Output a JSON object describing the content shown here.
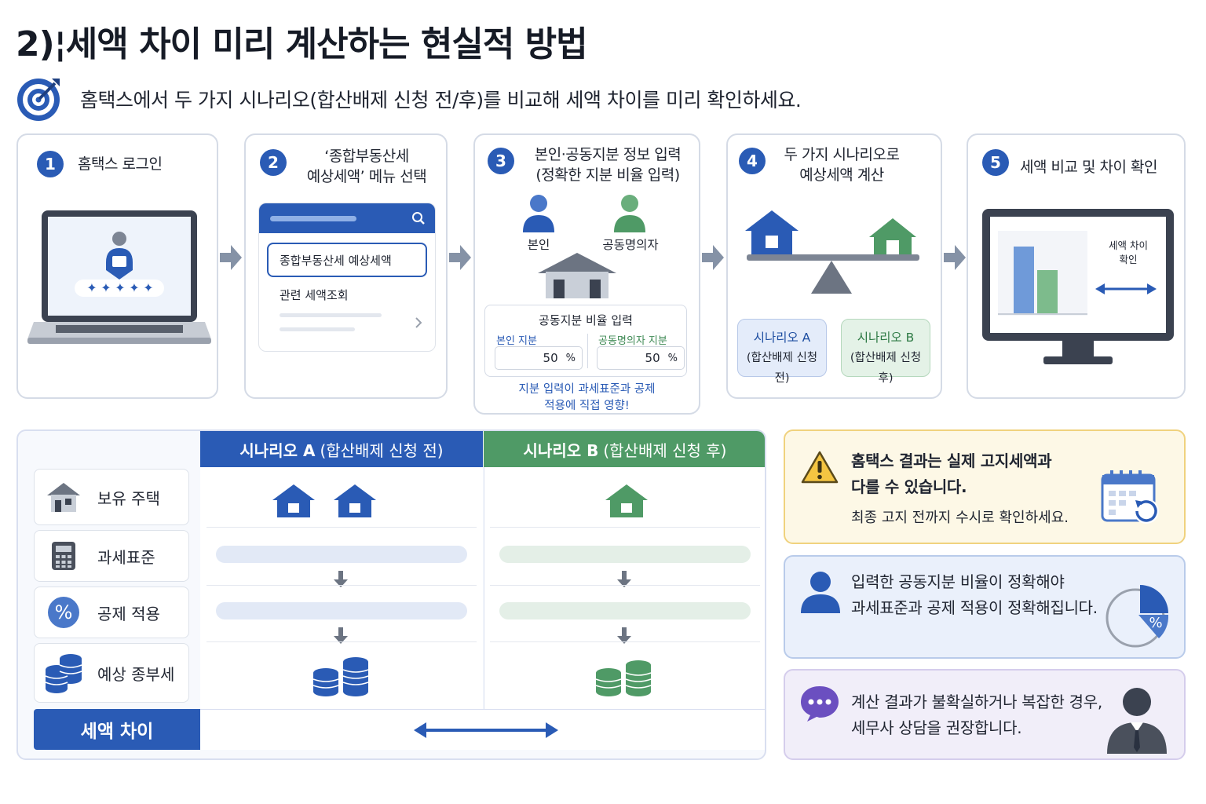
{
  "title": "2)¦세액 차이 미리 계산하는 현실적 방법",
  "subtitle": "홈택스에서 두 가지 시나리오(합산배제 신청 전/후)를 비교해 세액 차이를 미리 확인하세요.",
  "steps": [
    {
      "num": "1",
      "title": "홈택스 로그인"
    },
    {
      "num": "2",
      "title_line1": "‘종합부동산세",
      "title_line2": "예상세액’ 메뉴 선택",
      "menu_selected": "종합부동산세 예상세액",
      "menu_item": "관련 세액조회"
    },
    {
      "num": "3",
      "title_line1": "본인·공동지분 정보 입력",
      "title_line2": "(정확한 지분 비율 입력)",
      "person_self": "본인",
      "person_co": "공동명의자",
      "share_title": "공동지분 비율 입력",
      "share_self_label": "본인 지분",
      "share_co_label": "공동명의자 지분",
      "share_self_value": "50",
      "share_co_value": "50",
      "percent": "%",
      "note_line1": "지분 입력이 과세표준과 공제",
      "note_line2": "적용에 직접 영향!"
    },
    {
      "num": "4",
      "title_line1": "두 가지 시나리오로",
      "title_line2": "예상세액 계산",
      "scenario_a": "시나리오 A",
      "scenario_a_sub": "(합산배제 신청 전)",
      "scenario_b": "시나리오 B",
      "scenario_b_sub": "(합산배제 신청 후)"
    },
    {
      "num": "5",
      "title": "세액 비교 및 차이 확인",
      "monitor_label_line1": "세액 차이",
      "monitor_label_line2": "확인"
    }
  ],
  "comparison": {
    "col_a_title": "시나리오 A",
    "col_a_paren": "(합산배제 신청 전)",
    "col_b_title": "시나리오 B",
    "col_b_paren": "(합산배제 신청 후)",
    "rows": [
      "보유 주택",
      "과세표준",
      "공제 적용",
      "예상 종부세"
    ],
    "diff_label": "세액 차이"
  },
  "notes": {
    "warn_line1": "홈택스 결과는 실제 고지세액과",
    "warn_line2": "다를 수 있습니다.",
    "warn_sub": "최종 고지 전까지 수시로 확인하세요.",
    "info_line1": "입력한 공동지분 비율이 정확해야",
    "info_line2": "과세표준과 공제 적용이 정확해집니다.",
    "chat_line1": "계산 결과가 불확실하거나 복잡한 경우,",
    "chat_line2": "세무사 상담을 권장합니다."
  },
  "colors": {
    "blue": "#2a5bb5",
    "green": "#4f9a66",
    "accent_light_blue": "#8fb0e6"
  }
}
